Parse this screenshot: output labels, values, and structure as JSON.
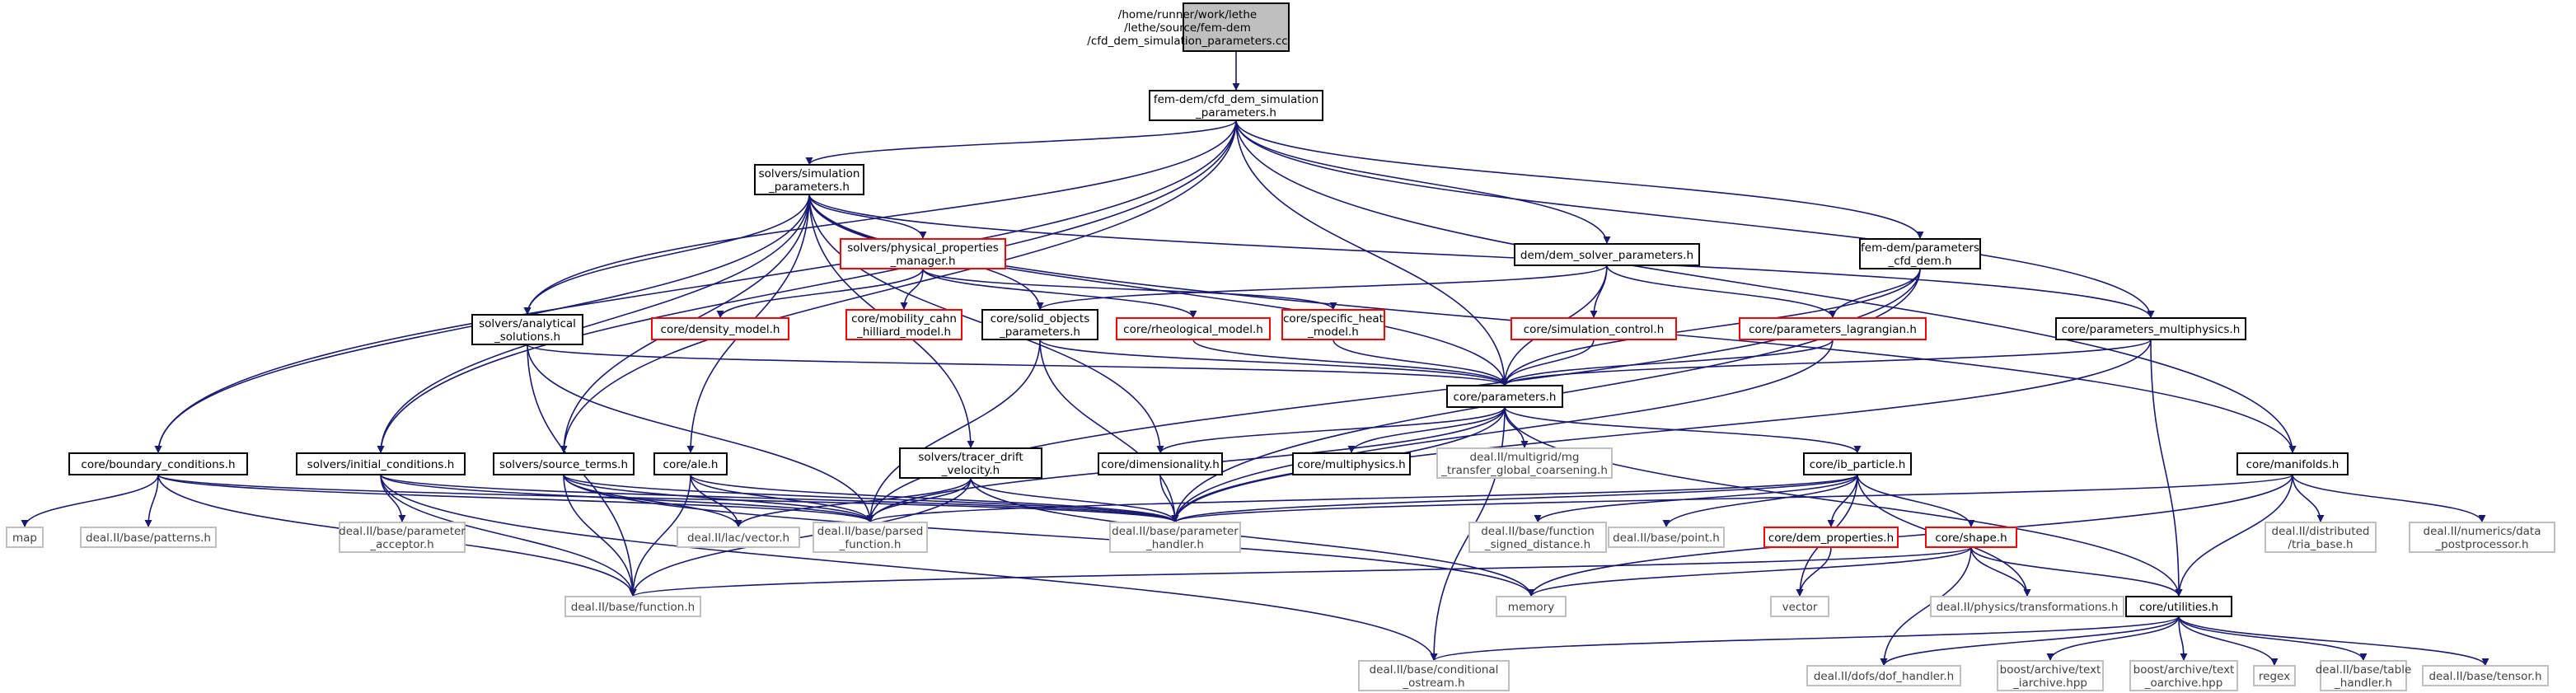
{
  "graph": {
    "colors": {
      "root_fill": "#bfbfbf",
      "documented_border": "#000000",
      "incomplete_border": "#ff0000",
      "external_border": "#bfbfbf",
      "external_text": "#404040",
      "edge": "#191970"
    },
    "nodes": [
      {
        "id": "root",
        "kind": "root",
        "lines": [
          "/home/runner/work/lethe",
          "/lethe/source/fem-dem",
          "/cfd_dem_simulation_parameters.cc"
        ]
      },
      {
        "id": "cfd_dem_sim",
        "kind": "doc",
        "lines": [
          "fem-dem/cfd_dem_simulation",
          "_parameters.h"
        ]
      },
      {
        "id": "sim_params",
        "kind": "doc",
        "lines": [
          "solvers/simulation",
          "_parameters.h"
        ]
      },
      {
        "id": "phys_prop",
        "kind": "red",
        "lines": [
          "solvers/physical_properties",
          "_manager.h"
        ]
      },
      {
        "id": "dem_solver",
        "kind": "doc",
        "lines": [
          "dem/dem_solver_parameters.h"
        ]
      },
      {
        "id": "fem_dem_params",
        "kind": "doc",
        "lines": [
          "fem-dem/parameters",
          "_cfd_dem.h"
        ]
      },
      {
        "id": "analytical",
        "kind": "doc",
        "lines": [
          "solvers/analytical",
          "_solutions.h"
        ]
      },
      {
        "id": "density",
        "kind": "red",
        "lines": [
          "core/density_model.h"
        ]
      },
      {
        "id": "mobility",
        "kind": "red",
        "lines": [
          "core/mobility_cahn",
          "_hilliard_model.h"
        ]
      },
      {
        "id": "solid_obj",
        "kind": "doc",
        "lines": [
          "core/solid_objects",
          "_parameters.h"
        ]
      },
      {
        "id": "rheological",
        "kind": "red",
        "lines": [
          "core/rheological_model.h"
        ]
      },
      {
        "id": "specific_heat",
        "kind": "red",
        "lines": [
          "core/specific_heat",
          "_model.h"
        ]
      },
      {
        "id": "sim_control",
        "kind": "red",
        "lines": [
          "core/simulation_control.h"
        ]
      },
      {
        "id": "params_lagr",
        "kind": "red",
        "lines": [
          "core/parameters_lagrangian.h"
        ]
      },
      {
        "id": "params_multi",
        "kind": "doc",
        "lines": [
          "core/parameters_multiphysics.h"
        ]
      },
      {
        "id": "core_params",
        "kind": "doc",
        "lines": [
          "core/parameters.h"
        ]
      },
      {
        "id": "boundary",
        "kind": "doc",
        "lines": [
          "core/boundary_conditions.h"
        ]
      },
      {
        "id": "initial",
        "kind": "doc",
        "lines": [
          "solvers/initial_conditions.h"
        ]
      },
      {
        "id": "source_terms",
        "kind": "doc",
        "lines": [
          "solvers/source_terms.h"
        ]
      },
      {
        "id": "ale",
        "kind": "doc",
        "lines": [
          "core/ale.h"
        ]
      },
      {
        "id": "tracer",
        "kind": "doc",
        "lines": [
          "solvers/tracer_drift",
          "_velocity.h"
        ]
      },
      {
        "id": "dimensionality",
        "kind": "doc",
        "lines": [
          "core/dimensionality.h"
        ]
      },
      {
        "id": "multiphysics",
        "kind": "doc",
        "lines": [
          "core/multiphysics.h"
        ]
      },
      {
        "id": "mg_transfer",
        "kind": "ext",
        "lines": [
          "deal.II/multigrid/mg",
          "_transfer_global_coarsening.h"
        ]
      },
      {
        "id": "ib_particle",
        "kind": "doc",
        "lines": [
          "core/ib_particle.h"
        ]
      },
      {
        "id": "manifolds",
        "kind": "doc",
        "lines": [
          "core/manifolds.h"
        ]
      },
      {
        "id": "map",
        "kind": "ext",
        "lines": [
          "map"
        ]
      },
      {
        "id": "patterns",
        "kind": "ext",
        "lines": [
          "deal.II/base/patterns.h"
        ]
      },
      {
        "id": "param_acceptor",
        "kind": "ext",
        "lines": [
          "deal.II/base/parameter",
          "_acceptor.h"
        ]
      },
      {
        "id": "lac_vector",
        "kind": "ext",
        "lines": [
          "deal.II/lac/vector.h"
        ]
      },
      {
        "id": "parsed_function",
        "kind": "ext",
        "lines": [
          "deal.II/base/parsed",
          "_function.h"
        ]
      },
      {
        "id": "param_handler",
        "kind": "ext",
        "lines": [
          "deal.II/base/parameter",
          "_handler.h"
        ]
      },
      {
        "id": "func_signed",
        "kind": "ext",
        "lines": [
          "deal.II/base/function",
          "_signed_distance.h"
        ]
      },
      {
        "id": "point",
        "kind": "ext",
        "lines": [
          "deal.II/base/point.h"
        ]
      },
      {
        "id": "dem_props",
        "kind": "red",
        "lines": [
          "core/dem_properties.h"
        ]
      },
      {
        "id": "shape",
        "kind": "red",
        "lines": [
          "core/shape.h"
        ]
      },
      {
        "id": "tria_base",
        "kind": "ext",
        "lines": [
          "deal.II/distributed",
          "/tria_base.h"
        ]
      },
      {
        "id": "postprocessor",
        "kind": "ext",
        "lines": [
          "deal.II/numerics/data",
          "_postprocessor.h"
        ]
      },
      {
        "id": "function",
        "kind": "ext",
        "lines": [
          "deal.II/base/function.h"
        ]
      },
      {
        "id": "memory",
        "kind": "ext",
        "lines": [
          "memory"
        ]
      },
      {
        "id": "vector",
        "kind": "ext",
        "lines": [
          "vector"
        ]
      },
      {
        "id": "transformations",
        "kind": "ext",
        "lines": [
          "deal.II/physics/transformations.h"
        ]
      },
      {
        "id": "utilities",
        "kind": "doc",
        "lines": [
          "core/utilities.h"
        ]
      },
      {
        "id": "cond_ostream",
        "kind": "ext",
        "lines": [
          "deal.II/base/conditional",
          "_ostream.h"
        ]
      },
      {
        "id": "dof_handler",
        "kind": "ext",
        "lines": [
          "deal.II/dofs/dof_handler.h"
        ]
      },
      {
        "id": "text_iarchive",
        "kind": "ext",
        "lines": [
          "boost/archive/text",
          "_iarchive.hpp"
        ]
      },
      {
        "id": "text_oarchive",
        "kind": "ext",
        "lines": [
          "boost/archive/text",
          "_oarchive.hpp"
        ]
      },
      {
        "id": "regex",
        "kind": "ext",
        "lines": [
          "regex"
        ]
      },
      {
        "id": "table_handler",
        "kind": "ext",
        "lines": [
          "deal.II/base/table",
          "_handler.h"
        ]
      },
      {
        "id": "tensor",
        "kind": "ext",
        "lines": [
          "deal.II/base/tensor.h"
        ]
      }
    ],
    "edges": [
      [
        "root",
        "cfd_dem_sim"
      ],
      [
        "cfd_dem_sim",
        "sim_params"
      ],
      [
        "cfd_dem_sim",
        "dem_solver"
      ],
      [
        "cfd_dem_sim",
        "fem_dem_params"
      ],
      [
        "cfd_dem_sim",
        "analytical"
      ],
      [
        "cfd_dem_sim",
        "boundary"
      ],
      [
        "cfd_dem_sim",
        "initial"
      ],
      [
        "cfd_dem_sim",
        "source_terms"
      ],
      [
        "cfd_dem_sim",
        "core_params"
      ],
      [
        "cfd_dem_sim",
        "params_multi"
      ],
      [
        "cfd_dem_sim",
        "manifolds"
      ],
      [
        "sim_params",
        "phys_prop"
      ],
      [
        "sim_params",
        "analytical"
      ],
      [
        "sim_params",
        "boundary"
      ],
      [
        "sim_params",
        "initial"
      ],
      [
        "sim_params",
        "source_terms"
      ],
      [
        "sim_params",
        "ale"
      ],
      [
        "sim_params",
        "tracer"
      ],
      [
        "sim_params",
        "solid_obj"
      ],
      [
        "sim_params",
        "dimensionality"
      ],
      [
        "sim_params",
        "core_params"
      ],
      [
        "sim_params",
        "params_multi"
      ],
      [
        "sim_params",
        "manifolds"
      ],
      [
        "phys_prop",
        "density"
      ],
      [
        "phys_prop",
        "mobility"
      ],
      [
        "phys_prop",
        "rheological"
      ],
      [
        "phys_prop",
        "specific_heat"
      ],
      [
        "dem_solver",
        "solid_obj"
      ],
      [
        "dem_solver",
        "sim_control"
      ],
      [
        "dem_solver",
        "params_lagr"
      ],
      [
        "dem_solver",
        "core_params"
      ],
      [
        "fem_dem_params",
        "params_lagr"
      ],
      [
        "fem_dem_params",
        "core_params"
      ],
      [
        "fem_dem_params",
        "parsed_function"
      ],
      [
        "fem_dem_params",
        "param_handler"
      ],
      [
        "analytical",
        "core_params"
      ],
      [
        "analytical",
        "function"
      ],
      [
        "analytical",
        "parsed_function"
      ],
      [
        "solid_obj",
        "core_params"
      ],
      [
        "solid_obj",
        "param_handler"
      ],
      [
        "solid_obj",
        "parsed_function"
      ],
      [
        "rheological",
        "core_params"
      ],
      [
        "specific_heat",
        "core_params"
      ],
      [
        "sim_control",
        "core_params"
      ],
      [
        "params_lagr",
        "core_params"
      ],
      [
        "params_lagr",
        "param_handler"
      ],
      [
        "params_multi",
        "core_params"
      ],
      [
        "params_multi",
        "utilities"
      ],
      [
        "params_multi",
        "param_handler"
      ],
      [
        "core_params",
        "dimensionality"
      ],
      [
        "core_params",
        "multiphysics"
      ],
      [
        "core_params",
        "mg_transfer"
      ],
      [
        "core_params",
        "ib_particle"
      ],
      [
        "core_params",
        "param_handler"
      ],
      [
        "core_params",
        "parsed_function"
      ],
      [
        "core_params",
        "utilities"
      ],
      [
        "core_params",
        "cond_ostream"
      ],
      [
        "boundary",
        "map"
      ],
      [
        "boundary",
        "patterns"
      ],
      [
        "boundary",
        "function"
      ],
      [
        "boundary",
        "parsed_function"
      ],
      [
        "boundary",
        "param_handler"
      ],
      [
        "initial",
        "param_acceptor"
      ],
      [
        "initial",
        "function"
      ],
      [
        "initial",
        "parsed_function"
      ],
      [
        "initial",
        "param_handler"
      ],
      [
        "initial",
        "cond_ostream"
      ],
      [
        "source_terms",
        "function"
      ],
      [
        "source_terms",
        "parsed_function"
      ],
      [
        "source_terms",
        "param_handler"
      ],
      [
        "source_terms",
        "memory"
      ],
      [
        "source_terms",
        "lac_vector"
      ],
      [
        "ale",
        "function"
      ],
      [
        "ale",
        "parsed_function"
      ],
      [
        "ale",
        "param_handler"
      ],
      [
        "ale",
        "lac_vector"
      ],
      [
        "tracer",
        "function"
      ],
      [
        "tracer",
        "parsed_function"
      ],
      [
        "tracer",
        "param_handler"
      ],
      [
        "tracer",
        "memory"
      ],
      [
        "tracer",
        "lac_vector"
      ],
      [
        "dimensionality",
        "param_handler"
      ],
      [
        "ib_particle",
        "func_signed"
      ],
      [
        "ib_particle",
        "point"
      ],
      [
        "ib_particle",
        "dem_props"
      ],
      [
        "ib_particle",
        "shape"
      ],
      [
        "ib_particle",
        "transformations"
      ],
      [
        "ib_particle",
        "vector"
      ],
      [
        "ib_particle",
        "param_handler"
      ],
      [
        "ib_particle",
        "parsed_function"
      ],
      [
        "dem_props",
        "vector"
      ],
      [
        "shape",
        "function"
      ],
      [
        "shape",
        "memory"
      ],
      [
        "shape",
        "transformations"
      ],
      [
        "shape",
        "utilities"
      ],
      [
        "shape",
        "dof_handler"
      ],
      [
        "manifolds",
        "tria_base"
      ],
      [
        "manifolds",
        "postprocessor"
      ],
      [
        "manifolds",
        "utilities"
      ],
      [
        "manifolds",
        "param_handler"
      ],
      [
        "manifolds",
        "memory"
      ],
      [
        "utilities",
        "cond_ostream"
      ],
      [
        "utilities",
        "dof_handler"
      ],
      [
        "utilities",
        "text_iarchive"
      ],
      [
        "utilities",
        "text_oarchive"
      ],
      [
        "utilities",
        "regex"
      ],
      [
        "utilities",
        "table_handler"
      ],
      [
        "utilities",
        "tensor"
      ]
    ]
  }
}
